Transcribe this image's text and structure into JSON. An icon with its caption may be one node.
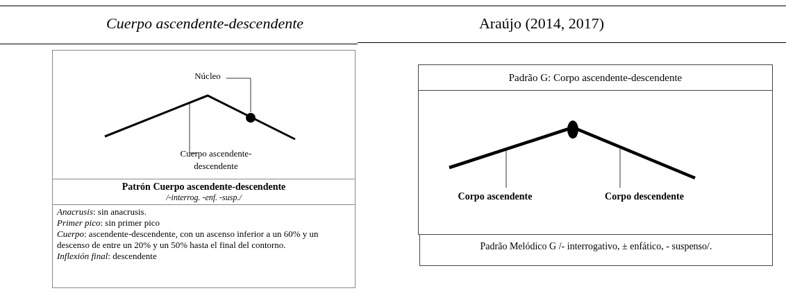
{
  "diagram": {
    "nodes": [
      {
        "text": [],
        "shape": "box"
      },
      {
        "text": [
          "Núcleo"
        ],
        "in": 0
      },
      {
        "text": [],
        "shape": "circle",
        "in": 4
      },
      {
        "text": [
          "Cuerpo ascendente-descendente"
        ],
        "in": 0
      },
      {
        "text": [],
        "shape": "line",
        "in": 0
      },
      {
        "text": [
          "Patrón Cuerpo ascendente-descendente",
          "/-interrog. -enf. -susp./"
        ]
      },
      {
        "text": [
          "*Anacrusis*: sin anacrusis.",
          "*Primer pico*: sin primer pico",
          "*Cuerpo*: ascendente-descendente, con un ascenso inferior a un 60% y un descenso de entre un 20% y un 50% hasta el final del contorno.",
          "*Inflexión final*: descendente"
        ]
      },
      {
        "text": [
          "Padrão G: Corpo ascendente-descendente"
        ]
      },
      {
        "text": [],
        "shape": "box"
      },
      {
        "text": [],
        "shape": "line",
        "in": 8
      },
      {
        "text": [],
        "shape": "circle",
        "in": 8
      },
      {
        "text": [
          "Corpo ascendente"
        ],
        "in": 8
      },
      {
        "text": [
          "Corpo descendente"
        ],
        "in": 8
      },
      {
        "text": [
          "Padrão Melódico G /- interrogativo, ± enfático, - suspenso/."
        ]
      }
    ],
    "edges": [
      {
        "from": 1,
        "to": 2,
        "arrow": "none"
      },
      {
        "from": 3,
        "to": 4,
        "arrow": "none"
      },
      {
        "from": 11,
        "to": 9,
        "arrow": "none"
      },
      {
        "from": 12,
        "to": 9,
        "arrow": "none"
      }
    ],
    "labels": [
      "Cuerpo ascendente-descendente",
      "Araújo (2014, 2017)"
    ]
  }
}
